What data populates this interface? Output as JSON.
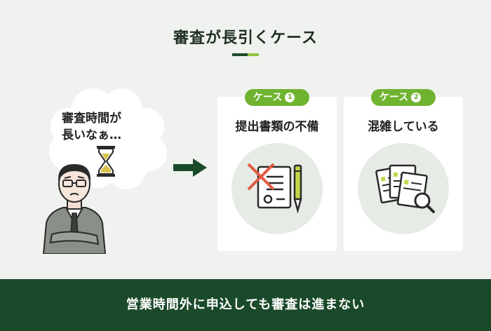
{
  "title": "審査が長引くケース",
  "bubble": {
    "line1": "審査時間が",
    "line2": "長いなぁ…"
  },
  "cards": [
    {
      "badge": "ケース",
      "num": "1",
      "label": "提出書類の不備",
      "icon": "crossed-document-pen-icon"
    },
    {
      "badge": "ケース",
      "num": "2",
      "label": "混雑している",
      "icon": "document-stack-magnifier-icon"
    }
  ],
  "footer": "営業時間外に申込しても審査は進まない",
  "colors": {
    "background": "#f0f2ef",
    "dark_green": "#1b4a2b",
    "accent_green": "#6fb330",
    "red": "#e25a44"
  }
}
